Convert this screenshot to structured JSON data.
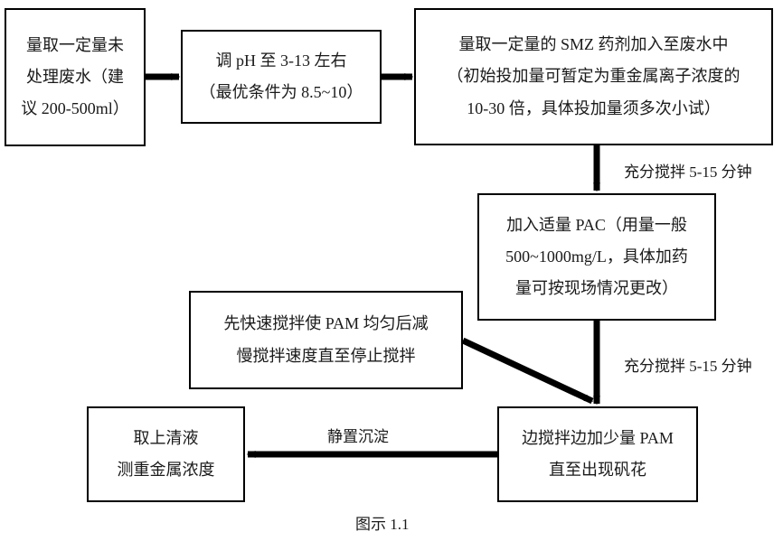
{
  "diagram": {
    "caption": "图示 1.1",
    "type": "flowchart",
    "stroke_color": "#000000",
    "background_color": "#ffffff",
    "text_color": "#1a1a1a",
    "nodes": [
      {
        "id": "sample",
        "name": "measure-untreated-wastewater",
        "lines": [
          "量取一定量未",
          "处理废水（建",
          "议 200-500ml）"
        ]
      },
      {
        "id": "ph",
        "name": "adjust-ph",
        "lines": [
          "调 pH 至 3-13 左右",
          "（最优条件为 8.5~10）"
        ]
      },
      {
        "id": "smz",
        "name": "add-smz-reagent",
        "lines": [
          "量取一定量的 SMZ 药剂加入至废水中",
          "（初始投加量可暂定为重金属离子浓度的",
          "10-30 倍，具体投加量须多次小试）"
        ]
      },
      {
        "id": "pac",
        "name": "add-pac",
        "lines": [
          "加入适量 PAC（用量一般",
          "500~1000mg/L，具体加药",
          "量可按现场情况更改）"
        ]
      },
      {
        "id": "paminfo",
        "name": "pam-stirring-instruction",
        "lines": [
          "先快速搅拌使 PAM 均匀后减",
          "慢搅拌速度直至停止搅拌"
        ]
      },
      {
        "id": "pam",
        "name": "add-pam-until-floc",
        "lines": [
          "边搅拌边加少量 PAM",
          "直至出现矾花"
        ]
      },
      {
        "id": "measure",
        "name": "measure-supernatant",
        "lines": [
          "取上清液",
          "测重金属浓度"
        ]
      }
    ],
    "edge_labels": {
      "stir_after_smz": "充分搅拌 5-15 分钟",
      "stir_after_pac": "充分搅拌 5-15 分钟",
      "settle": "静置沉淀"
    }
  }
}
